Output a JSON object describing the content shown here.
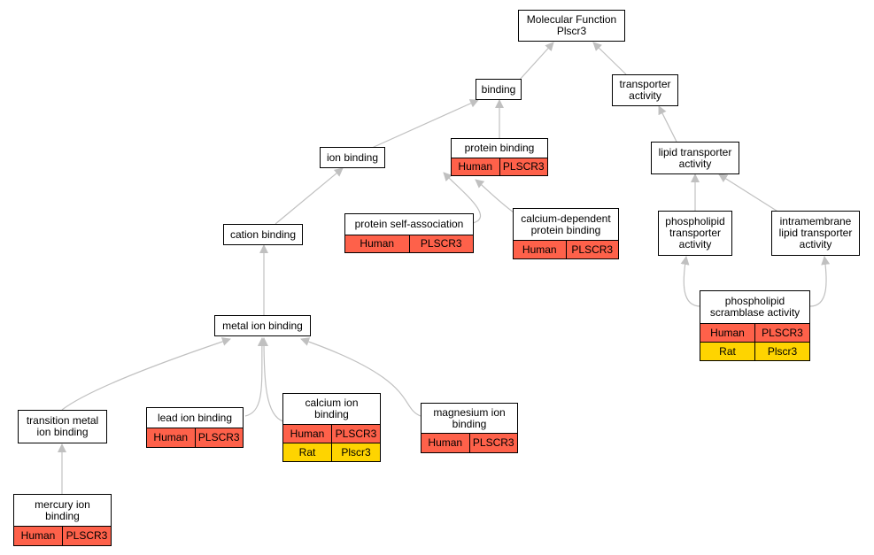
{
  "nodes": {
    "mf": {
      "title": "Molecular Function\nPlscr3"
    },
    "binding": {
      "title": "binding"
    },
    "transporter": {
      "title": "transporter\nactivity"
    },
    "ion_binding": {
      "title": "ion binding"
    },
    "protein_binding": {
      "title": "protein binding",
      "species": "Human",
      "gene": "PLSCR3"
    },
    "lipid_transporter": {
      "title": "lipid transporter\nactivity"
    },
    "cation_binding": {
      "title": "cation binding"
    },
    "protein_self_assoc": {
      "title": "protein self-association",
      "species": "Human",
      "gene": "PLSCR3"
    },
    "calcium_dep_protein": {
      "title": "calcium-dependent\nprotein binding",
      "species": "Human",
      "gene": "PLSCR3"
    },
    "phospholipid_transporter": {
      "title": "phospholipid\ntransporter\nactivity"
    },
    "intramembrane": {
      "title": "intramembrane\nlipid transporter\nactivity"
    },
    "scramblase": {
      "title": "phospholipid\nscramblase activity",
      "species": "Human",
      "gene": "PLSCR3",
      "species2": "Rat",
      "gene2": "Plscr3"
    },
    "metal_ion": {
      "title": "metal ion binding"
    },
    "transition_metal": {
      "title": "transition metal\nion binding"
    },
    "lead_ion": {
      "title": "lead ion binding",
      "species": "Human",
      "gene": "PLSCR3"
    },
    "calcium_ion": {
      "title": "calcium ion\nbinding",
      "species": "Human",
      "gene": "PLSCR3",
      "species2": "Rat",
      "gene2": "Plscr3"
    },
    "magnesium_ion": {
      "title": "magnesium ion\nbinding",
      "species": "Human",
      "gene": "PLSCR3"
    },
    "mercury_ion": {
      "title": "mercury ion\nbinding",
      "species": "Human",
      "gene": "PLSCR3"
    }
  },
  "colors": {
    "human": "#fe614a",
    "rat": "#fed400",
    "edge": "#c0c0c0"
  }
}
